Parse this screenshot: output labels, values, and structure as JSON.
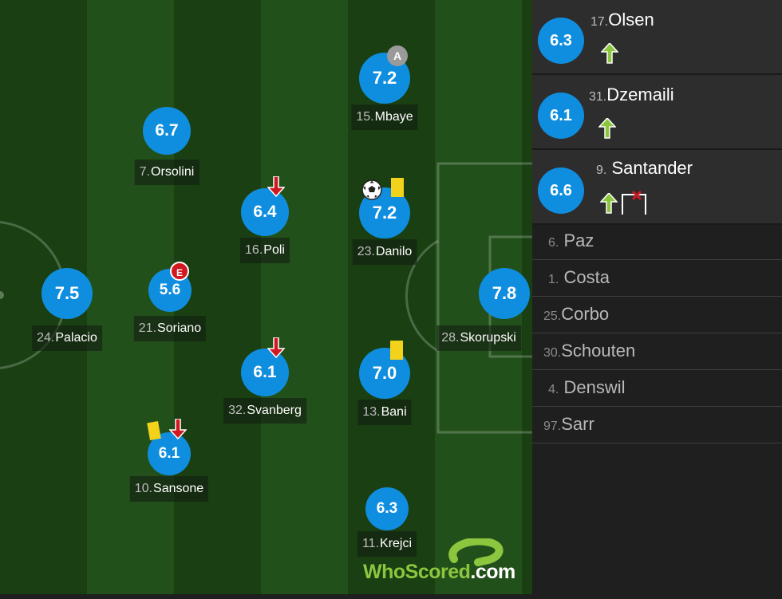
{
  "brand": {
    "logo_main": "WhoScored",
    "logo_suffix": ".com"
  },
  "pitch_players": [
    {
      "number": "24.",
      "name": "Palacio",
      "rating": "7.5",
      "size": "big",
      "badges": []
    },
    {
      "number": "21.",
      "name": "Soriano",
      "rating": "5.6",
      "size": "small",
      "badges": [
        "error"
      ]
    },
    {
      "number": "7.",
      "name": "Orsolini",
      "rating": "6.7",
      "size": "normal",
      "badges": []
    },
    {
      "number": "10.",
      "name": "Sansone",
      "rating": "6.1",
      "size": "small",
      "badges": [
        "yellow-card",
        "sub-off"
      ]
    },
    {
      "number": "16.",
      "name": "Poli",
      "rating": "6.4",
      "size": "normal",
      "badges": [
        "sub-off"
      ]
    },
    {
      "number": "32.",
      "name": "Svanberg",
      "rating": "6.1",
      "size": "normal",
      "badges": [
        "sub-off"
      ]
    },
    {
      "number": "15.",
      "name": "Mbaye",
      "rating": "7.2",
      "size": "big",
      "badges": [
        "captain"
      ],
      "captain_label": "A"
    },
    {
      "number": "23.",
      "name": "Danilo",
      "rating": "7.2",
      "size": "big",
      "badges": [
        "goal",
        "yellow-card"
      ]
    },
    {
      "number": "13.",
      "name": "Bani",
      "rating": "7.0",
      "size": "big",
      "badges": [
        "yellow-card"
      ]
    },
    {
      "number": "11.",
      "name": "Krejci",
      "rating": "6.3",
      "size": "small",
      "badges": []
    },
    {
      "number": "28.",
      "name": "Skorupski",
      "rating": "7.8",
      "size": "big",
      "badges": []
    }
  ],
  "error_label": "E",
  "substitutes_used": [
    {
      "number": "17.",
      "name": "Olsen",
      "rating": "6.3",
      "icons": [
        "sub-on"
      ]
    },
    {
      "number": "31.",
      "name": "Dzemaili",
      "rating": "6.1",
      "icons": [
        "sub-on"
      ]
    },
    {
      "number": "9.",
      "name": "Santander",
      "rating": "6.6",
      "icons": [
        "sub-on",
        "missed-chance"
      ]
    }
  ],
  "bench": [
    {
      "number": "6.",
      "name": "Paz"
    },
    {
      "number": "1.",
      "name": "Costa"
    },
    {
      "number": "25.",
      "name": "Corbo"
    },
    {
      "number": "30.",
      "name": "Schouten"
    },
    {
      "number": "4.",
      "name": "Denswil"
    },
    {
      "number": "97.",
      "name": "Sarr"
    }
  ],
  "colors": {
    "rating_blue": "#0f8edf",
    "sub_on_green": "#8cc63f",
    "sub_off_red": "#d01820",
    "yellow_card": "#f2d21b"
  }
}
